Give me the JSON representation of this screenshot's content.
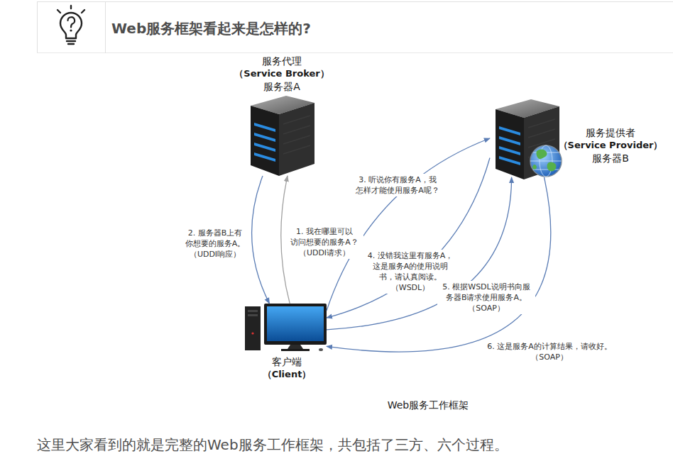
{
  "diagram": {
    "title": "Web服务框架看起来是怎样的?",
    "caption": "Web服务工作框架",
    "nodes": [
      {
        "text": [
          "服务代理",
          "（Service Broker）",
          "服务器A"
        ]
      },
      {
        "text": [
          "服务提供者",
          "（Service Provider）",
          "服务器B"
        ]
      },
      {
        "text": [
          "客户端",
          "（Client）"
        ]
      }
    ],
    "edges": [
      {
        "from": 2,
        "to": 0,
        "arrow": "to",
        "label": "1. 我在哪里可以 访问想要的服务A？ （UDDI请求）"
      },
      {
        "from": 0,
        "to": 2,
        "arrow": "to",
        "label": "2. 服务器B上有 你想要的服务A。 （UDDI响应）"
      },
      {
        "from": 2,
        "to": 1,
        "arrow": "to",
        "label": "3. 听说你有服务A，我 怎样才能使用服务A呢？"
      },
      {
        "from": 1,
        "to": 2,
        "arrow": "to",
        "label": "4. 没错我这里有服务A， 这是服务A的使用说明 书，请认真阅读。 （WSDL）"
      },
      {
        "from": 2,
        "to": 1,
        "arrow": "to",
        "label": "5. 根据WSDL说明书向服 务器B请求使用服务A。 （SOAP）"
      },
      {
        "from": 1,
        "to": 2,
        "arrow": "to",
        "label": "6. 这是服务A的计算结果，请收好。 （SOAP）"
      }
    ],
    "labels": [
      "这里大家看到的就是完整的Web服务工作框架，共包括了三方、六个过程。"
    ]
  }
}
